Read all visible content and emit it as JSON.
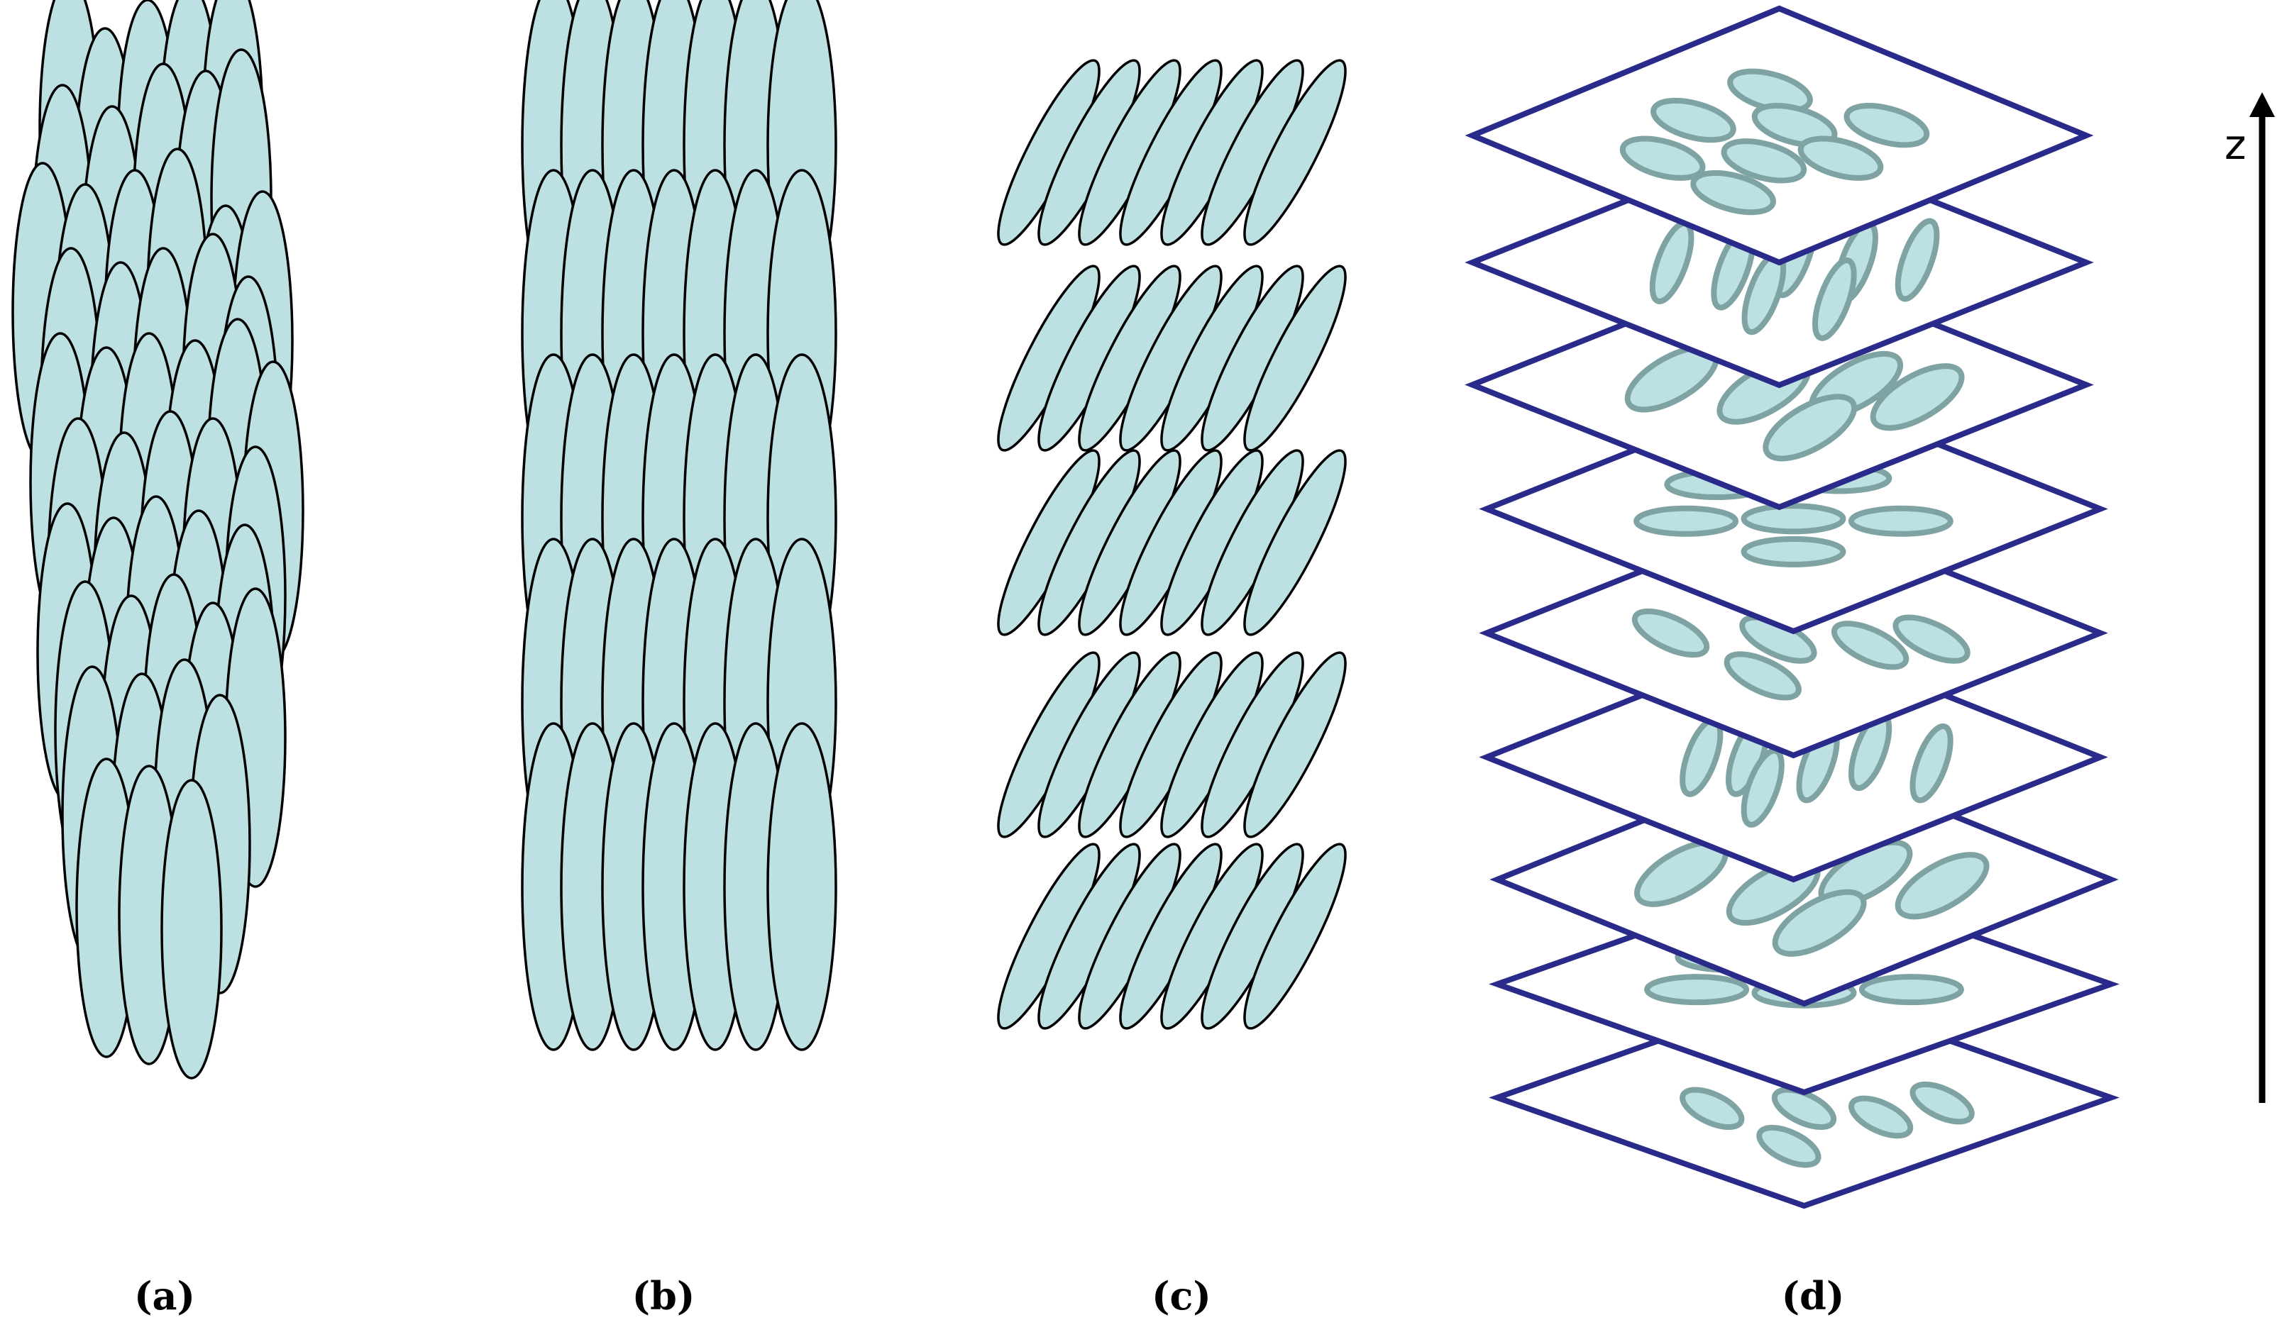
{
  "colors": {
    "fill": "#bde0e3",
    "stroke": "#000000",
    "plane_stroke": "#2a2a8a",
    "plane_fill": "#ffffff",
    "inplane_stroke": "#7fa3a3",
    "axis": "#000000"
  },
  "panels": {
    "a": {
      "label": "(a)"
    },
    "b": {
      "label": "(b)"
    },
    "c": {
      "label": "(c)"
    },
    "d": {
      "label": "(d)"
    }
  },
  "axis": {
    "label": "z"
  }
}
